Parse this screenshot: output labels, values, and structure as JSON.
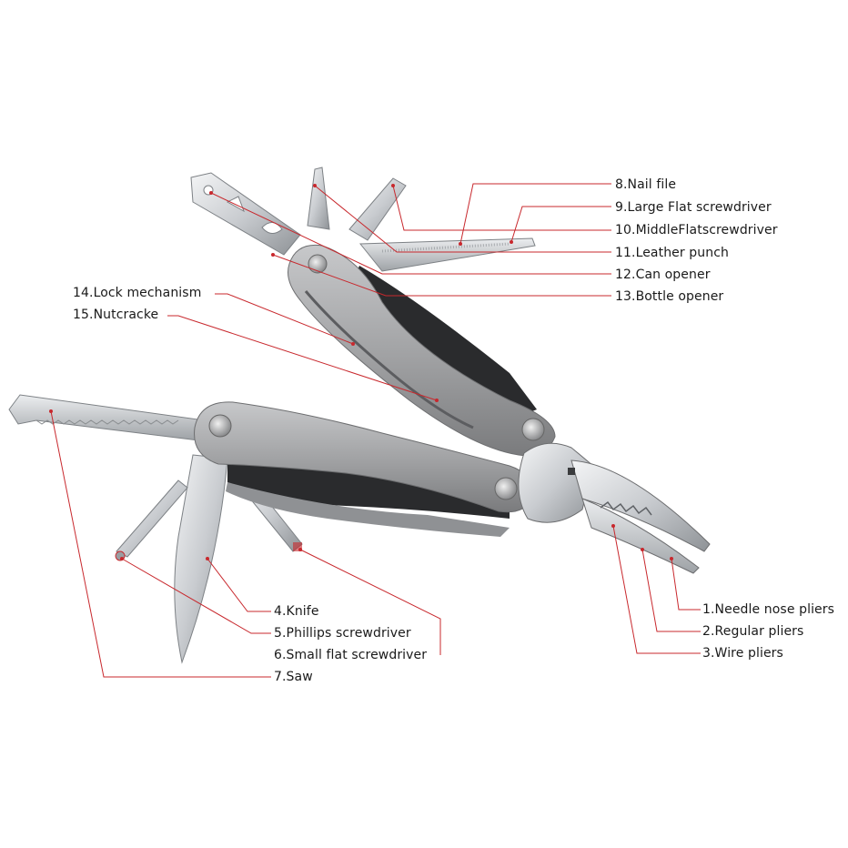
{
  "labels": {
    "l1": "1.Needle nose pliers",
    "l2": "2.Regular pliers",
    "l3": "3.Wire pliers",
    "l4": "4.Knife",
    "l5": "5.Phillips screwdriver",
    "l6": "6.Small flat screwdriver",
    "l7": "7.Saw",
    "l8": "8.Nail file",
    "l9": "9.Large Flat screwdriver",
    "l10": "10.MiddleFlatscrewdriver",
    "l11": "11.Leather punch",
    "l12": "12.Can opener",
    "l13": "13.Bottle opener",
    "l14": "14.Lock mechanism",
    "l15": "15.Nutcracke"
  },
  "colors": {
    "leader": "#c8282d",
    "steel_light": "#e2e4e6",
    "steel_dark": "#8e9296",
    "handle": "#a3a4a6",
    "rubber": "#2a2b2d",
    "text": "#1a1a1a"
  }
}
